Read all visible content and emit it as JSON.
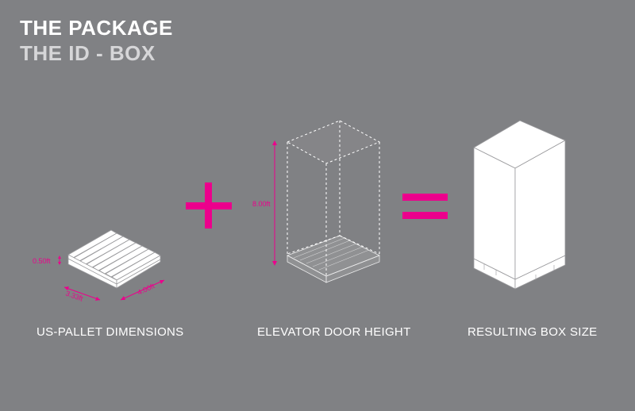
{
  "header": {
    "title": "THE PACKAGE",
    "subtitle": "THE ID - BOX"
  },
  "colors": {
    "background": "#808184",
    "accent": "#ec008c",
    "outline": "#ffffff"
  },
  "steps": [
    {
      "caption": "US-PALLET DIMENSIONS"
    },
    {
      "caption": "ELEVATOR DOOR HEIGHT"
    },
    {
      "caption": "RESULTING BOX SIZE"
    }
  ],
  "operators": {
    "plus": "+",
    "equals": "="
  },
  "pallet_dimensions": {
    "height": "0.50ft",
    "width": "3.33ft",
    "depth": "4.00ft"
  },
  "elevator": {
    "door_height": "8.00ft"
  }
}
